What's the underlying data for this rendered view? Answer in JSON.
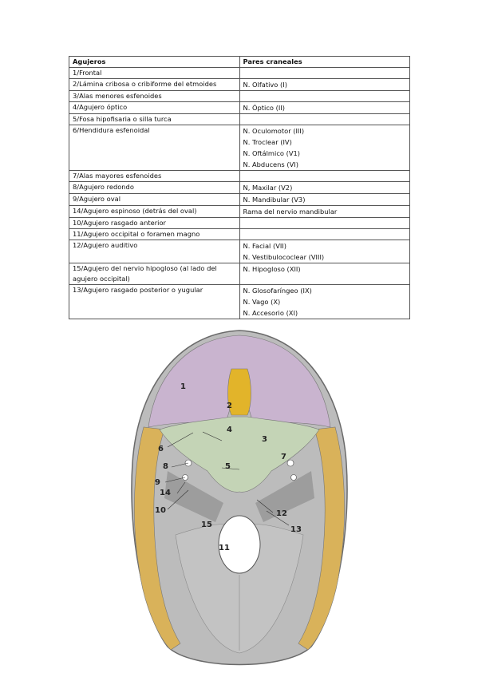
{
  "table": {
    "headers": [
      "Agujeros",
      "Pares craneales"
    ],
    "rows": [
      {
        "hole": "1/Frontal",
        "nerves": []
      },
      {
        "hole": "2/Lámina cribosa o cribiforme del etmoides",
        "nerves": [
          "N. Olfativo (I)"
        ]
      },
      {
        "hole": "3/Alas menores esfenoides",
        "nerves": []
      },
      {
        "hole": "4/Agujero óptico",
        "nerves": [
          "N. Óptico (II)"
        ]
      },
      {
        "hole": "5/Fosa hipofisaria o silla turca",
        "nerves": []
      },
      {
        "hole": "6/Hendidura esfenoidal",
        "nerves": [
          "N. Oculomotor (III)",
          "N. Troclear (IV)",
          "N. Oftálmico (V1)",
          "N. Abducens (VI)"
        ]
      },
      {
        "hole": "7/Alas mayores esfenoides",
        "nerves": []
      },
      {
        "hole": "8/Agujero redondo",
        "nerves": [
          "N, Maxilar (V2)"
        ]
      },
      {
        "hole": "9/Agujero oval",
        "nerves": [
          "N. Mandibular (V3)"
        ]
      },
      {
        "hole": "14/Agujero espinoso (detrás del oval)",
        "nerves": [
          "Rama del nervio mandibular"
        ]
      },
      {
        "hole": "10/Agujero rasgado anterior",
        "nerves": []
      },
      {
        "hole": "11/Agujero occipital o foramen magno",
        "nerves": []
      },
      {
        "hole": "12/Agujero auditivo",
        "nerves": [
          "N. Facial (VII)",
          "N. Vestibulococlear (VIII)"
        ]
      },
      {
        "hole": "15/Agujero del nervio hipogloso (al lado del agujero occipital)",
        "nerves": [
          "N. Hipogloso (XII)"
        ]
      },
      {
        "hole": "13/Agujero rasgado posterior o yugular",
        "nerves": [
          "N. Glosofaríngeo (IX)",
          "N. Vago (X)",
          "N. Accesorio (XI)"
        ]
      }
    ]
  },
  "figure": {
    "labels": [
      "1",
      "2",
      "3",
      "4",
      "5",
      "6",
      "7",
      "8",
      "9",
      "10",
      "11",
      "12",
      "13",
      "14",
      "15"
    ],
    "colors": {
      "frontal": "#c9b4cf",
      "sphenoid": "#c4d4b6",
      "temporal": "#d9b25a",
      "ethmoid": "#e2b42a",
      "bone": "#bcbcbc",
      "bone_dark": "#8e8e8e"
    }
  }
}
